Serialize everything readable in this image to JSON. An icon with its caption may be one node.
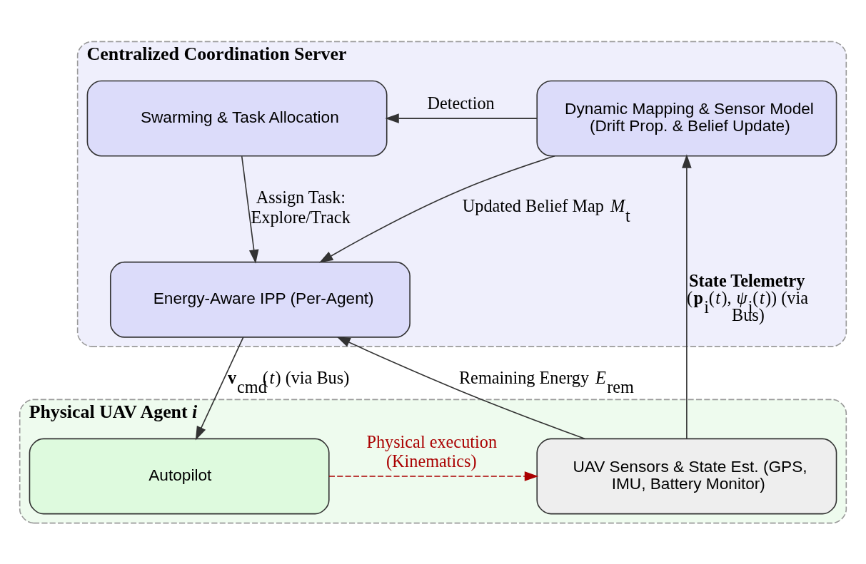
{
  "diagram": {
    "nodes": [
      {
        "text": [
          "Centralized Coordination Server"
        ]
      },
      {
        "text": [
          "Dynamic Mapping & Sensor Model (Drift Prop. & Belief Update)"
        ],
        "in": 0
      },
      {
        "text": [
          "Swarming & Task Allocation"
        ],
        "in": 0
      },
      {
        "text": [
          "Energy-Aware IPP (Per-Agent)"
        ],
        "in": 0
      },
      {
        "text": [
          "Physical UAV Agent *i*"
        ]
      },
      {
        "text": [
          "UAV Sensors & State Est. (GPS, IMU, Battery Monitor)"
        ],
        "in": 4
      },
      {
        "text": [
          "Autopilot"
        ],
        "in": 4
      }
    ],
    "edges": [
      {
        "from": 5,
        "to": 1,
        "arrow": "to",
        "label": "**State Telemetry** (**p**$_{i}$(*t*), *ψ*$_{i}$(*t*)) (via Bus)"
      },
      {
        "from": 1,
        "to": 2,
        "arrow": "to",
        "label": "Detection"
      },
      {
        "from": 1,
        "to": 3,
        "arrow": "to",
        "label": "Updated Belief Map *M*$_{t}$"
      },
      {
        "from": 2,
        "to": 3,
        "arrow": "to",
        "label": "Assign Task: Explore/Track"
      },
      {
        "from": 3,
        "to": 6,
        "arrow": "to",
        "label": "**v**$_{cmd}$(*t*) (via Bus)"
      },
      {
        "from": 5,
        "to": 3,
        "arrow": "to",
        "label": "Remaining Energy *E*$_{rem}$"
      },
      {
        "from": 6,
        "to": 5,
        "arrow": "to",
        "label": "Physical execution (Kinematics)",
        "style": "dashed",
        "color": "#aa0000"
      }
    ]
  }
}
